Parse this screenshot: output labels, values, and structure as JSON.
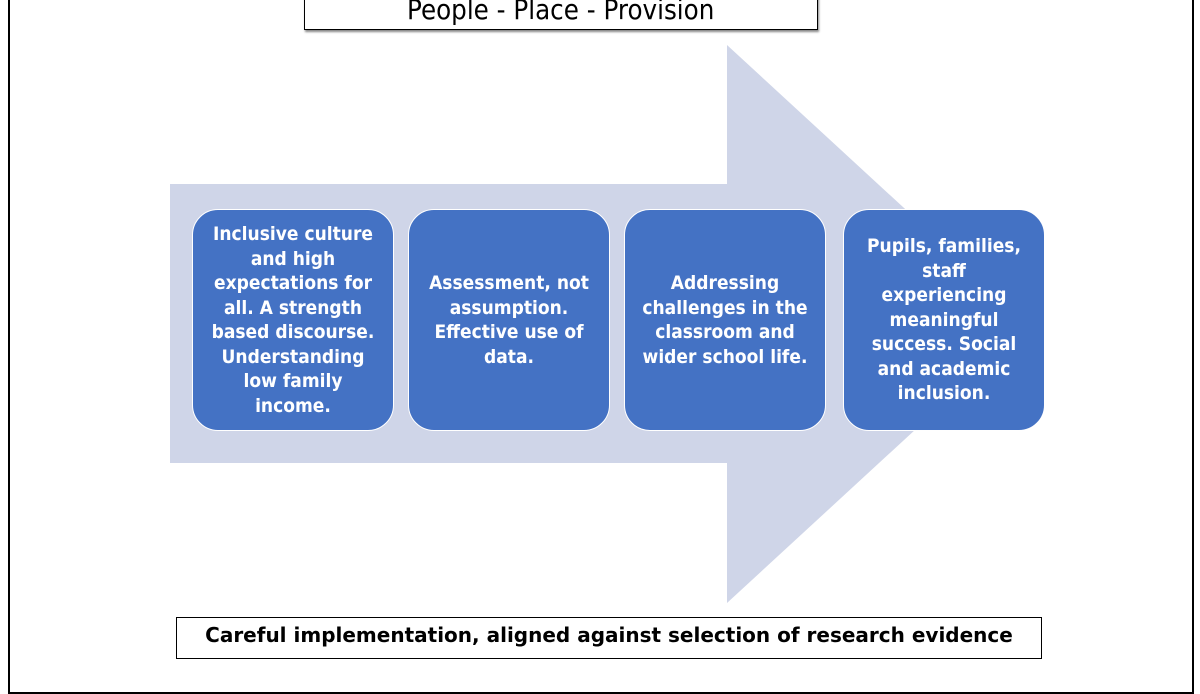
{
  "title": "People - Place - Provision",
  "colors": {
    "arrow": "#cfd5e8",
    "step_fill": "#4472c4",
    "step_text": "#ffffff"
  },
  "steps": [
    {
      "text": "Inclusive culture and high expectations for all. A strength based discourse. Understanding low family income."
    },
    {
      "text": "Assessment, not assumption. Effective use of data."
    },
    {
      "text": "Addressing challenges in the classroom and wider school life."
    },
    {
      "text": "Pupils, families, staff experiencing meaningful success. Social and academic inclusion."
    }
  ],
  "footer": "Careful implementation, aligned against selection of research evidence"
}
